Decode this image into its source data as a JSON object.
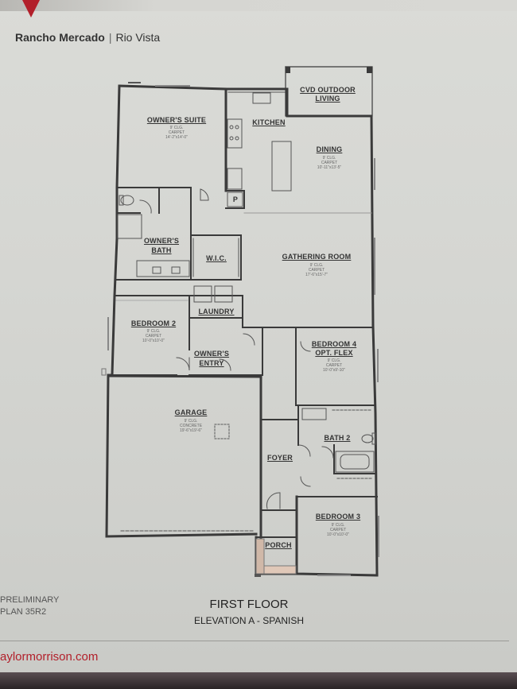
{
  "header": {
    "community": "Rancho Mercado",
    "separator": "|",
    "plan_name": "Rio Vista"
  },
  "rooms": {
    "outdoor": {
      "name": "CVD OUTDOOR",
      "name2": "LIVING"
    },
    "owners_suite": {
      "name": "OWNER'S SUITE",
      "clg": "9' CLG.",
      "floor": "CARPET",
      "size": "14'-2\"x14'-0\""
    },
    "kitchen": {
      "name": "KITCHEN"
    },
    "dining": {
      "name": "DINING",
      "clg": "9' CLG.",
      "floor": "CARPET",
      "size": "10'-11\"x13'-5\""
    },
    "pantry": {
      "name": "P"
    },
    "owners_bath": {
      "name": "OWNER'S",
      "name2": "BATH"
    },
    "wic": {
      "name": "W.I.C."
    },
    "gathering": {
      "name": "GATHERING ROOM",
      "clg": "9' CLG.",
      "floor": "CARPET",
      "size": "17'-6\"x15'-7\""
    },
    "bedroom2": {
      "name": "BEDROOM 2",
      "clg": "9' CLG.",
      "floor": "CARPET",
      "size": "10'-0\"x10'-0\""
    },
    "laundry": {
      "name": "LAUNDRY"
    },
    "owners_entry": {
      "name": "OWNER'S",
      "name2": "ENTRY"
    },
    "bedroom4": {
      "name": "BEDROOM 4",
      "name2": "OPT. FLEX",
      "clg": "9' CLG.",
      "floor": "CARPET",
      "size": "10'-0\"x9'-10\""
    },
    "garage": {
      "name": "GARAGE",
      "clg": "9' CLG.",
      "floor": "CONCRETE",
      "size": "19'-6\"x19'-6\""
    },
    "bath2": {
      "name": "BATH 2"
    },
    "foyer": {
      "name": "FOYER"
    },
    "bedroom3": {
      "name": "BEDROOM 3",
      "clg": "9' CLG.",
      "floor": "CARPET",
      "size": "10'-0\"x10'-0\""
    },
    "porch": {
      "name": "PORCH"
    }
  },
  "footer": {
    "floor_title": "FIRST FLOOR",
    "elevation": "ELEVATION A - SPANISH",
    "prelim_line1": "PRELIMINARY",
    "prelim_line2": "PLAN 35R2",
    "url": "aylormorrison.com"
  },
  "colors": {
    "brand_red": "#b21f2a",
    "wall": "#3a3a3a"
  }
}
